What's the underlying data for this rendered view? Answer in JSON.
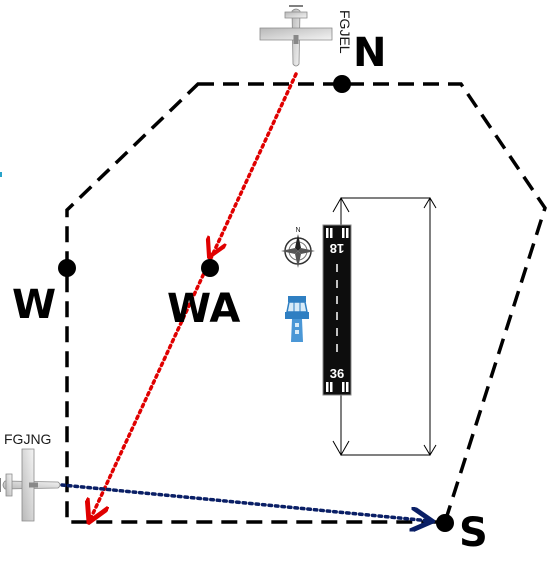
{
  "aircraft": [
    {
      "callsign": "FGJEL",
      "heading": "south"
    },
    {
      "callsign": "FGJNG",
      "heading": "east"
    }
  ],
  "waypoints": [
    {
      "name": "N"
    },
    {
      "name": "WA"
    },
    {
      "name": "W"
    },
    {
      "name": "S"
    }
  ],
  "runway": {
    "end_north": "18",
    "end_south": "36"
  },
  "icons": {
    "compass": "compass-rose-icon",
    "tower": "control-tower-icon",
    "aircraft": "light-aircraft-icon"
  },
  "colors": {
    "zone_border": "#000000",
    "route_fgjel": "#e00000",
    "route_fgjng": "#0a1f66",
    "tower": "#3a8ccf"
  }
}
